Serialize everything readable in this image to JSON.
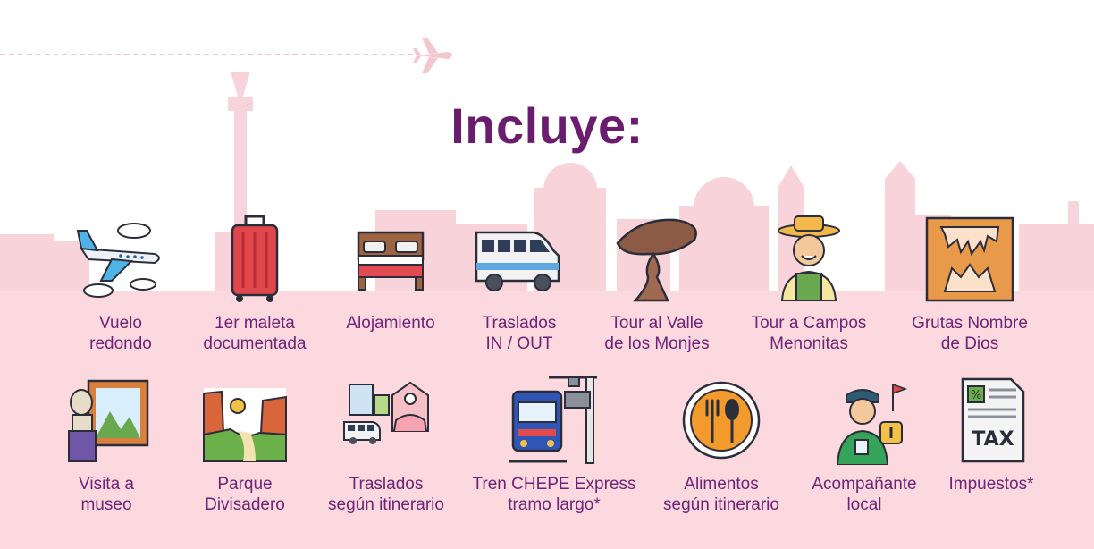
{
  "title": "Incluye:",
  "colors": {
    "title": "#6a1d6e",
    "label": "#6f2276",
    "skyline": "#f7cdd5",
    "background_band": "#fbd9de"
  },
  "items": [
    {
      "icon": "airplane-icon",
      "line1": "Vuelo",
      "line2": "redondo"
    },
    {
      "icon": "suitcase-icon",
      "line1": "1er maleta",
      "line2": "documentada"
    },
    {
      "icon": "bed-icon",
      "line1": "Alojamiento",
      "line2": ""
    },
    {
      "icon": "van-icon",
      "line1": "Traslados",
      "line2": "IN / OUT"
    },
    {
      "icon": "rock-formation-icon",
      "line1": "Tour al Valle",
      "line2": "de los Monjes"
    },
    {
      "icon": "farmer-icon",
      "line1": "Tour a Campos",
      "line2": "Menonitas"
    },
    {
      "icon": "cave-icon",
      "line1": "Grutas Nombre",
      "line2": "de Dios"
    },
    {
      "icon": "museum-icon",
      "line1": "Visita a",
      "line2": "museo"
    },
    {
      "icon": "canyon-icon",
      "line1": "Parque",
      "line2": "Divisadero"
    },
    {
      "icon": "city-transfer-icon",
      "line1": "Traslados",
      "line2": "según itinerario"
    },
    {
      "icon": "train-icon",
      "line1": "Tren CHEPE Express",
      "line2": "tramo largo*"
    },
    {
      "icon": "plate-icon",
      "line1": "Alimentos",
      "line2": "según itinerario"
    },
    {
      "icon": "guide-icon",
      "line1": "Acompañante",
      "line2": "local"
    },
    {
      "icon": "tax-document-icon",
      "line1": "Impuestos*",
      "line2": ""
    }
  ]
}
